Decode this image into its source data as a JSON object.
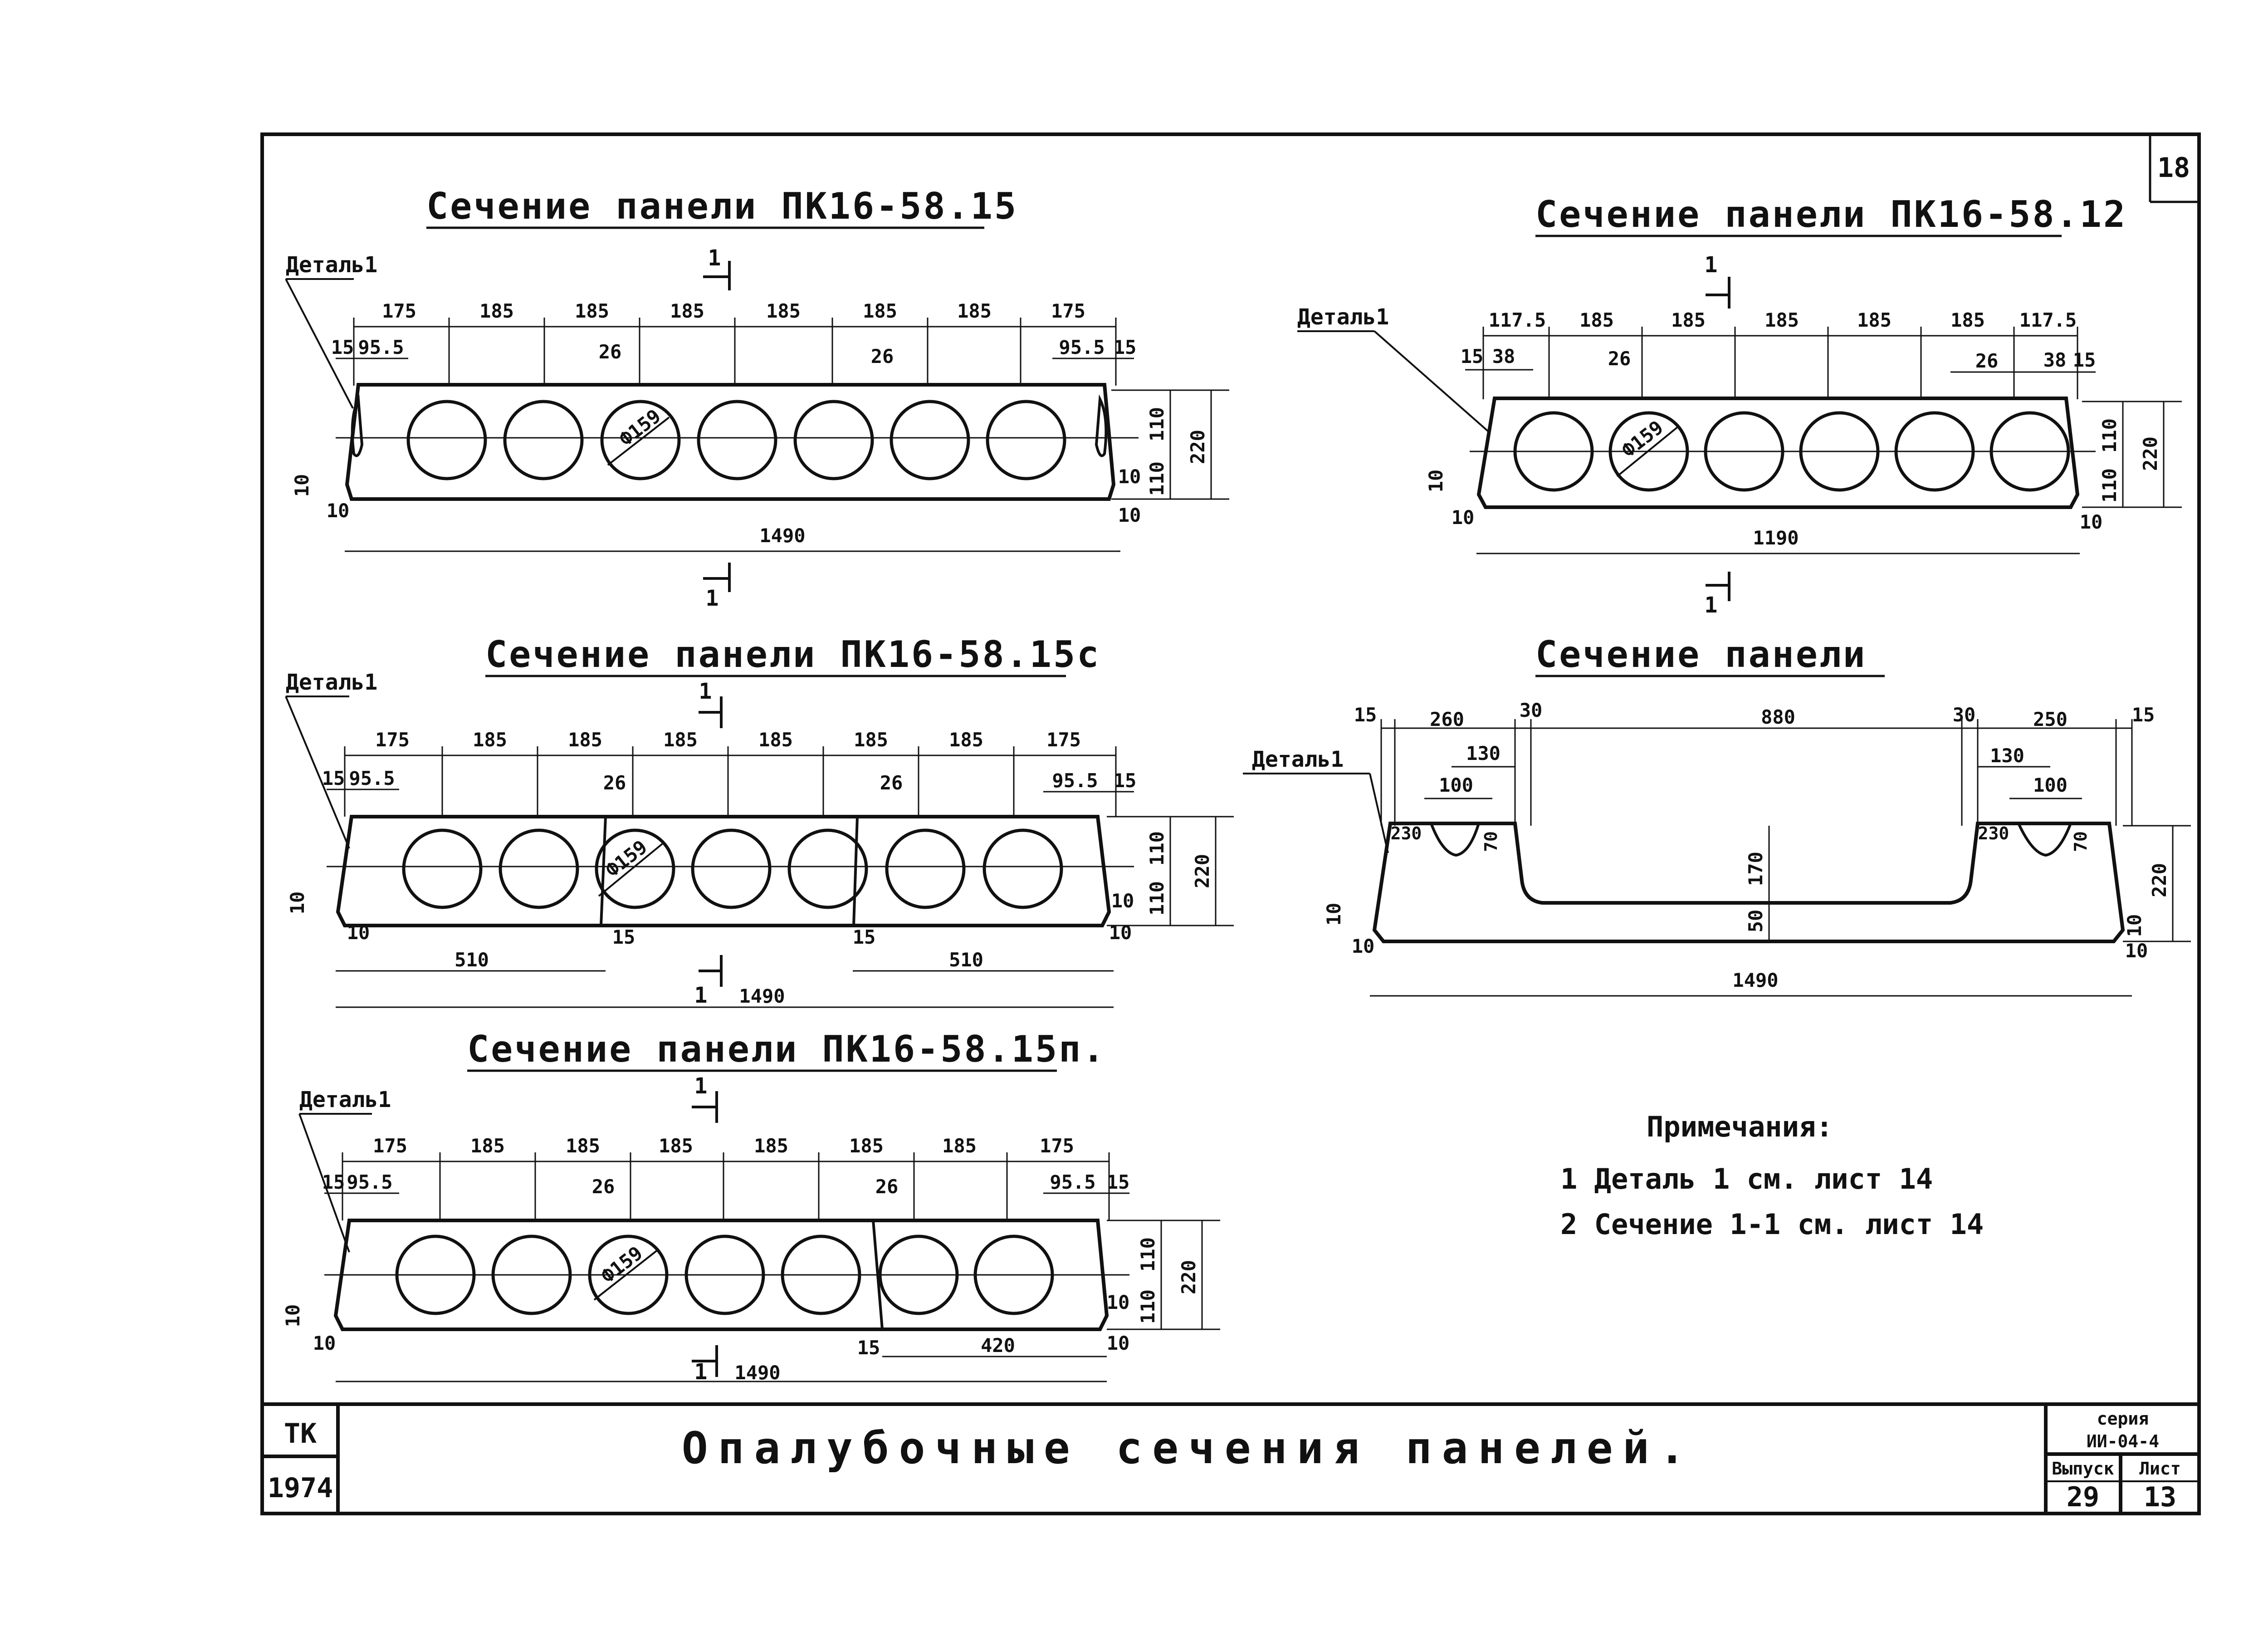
{
  "sheet": {
    "page_number": "18",
    "title": "Опалубочные сечения панелей.",
    "stamp_org": "ТК",
    "stamp_year": "1974",
    "series_label": "серия",
    "series_code": "ИИ-04-4",
    "issue_label": "Выпуск",
    "sheet_label": "Лист",
    "issue_value": "29",
    "sheet_value": "13"
  },
  "sections": {
    "s1": {
      "title": "Сечение панели ПК16-58.15",
      "detail": "Деталь1",
      "cut_top": "1",
      "cut_bottom": "1",
      "top_dims": [
        "175",
        "185",
        "185",
        "185",
        "185",
        "185",
        "185",
        "175"
      ],
      "d15l": "15",
      "d955l": "95.5",
      "d26a": "26",
      "d26b": "26",
      "d955r": "95.5",
      "d15r": "15",
      "hole_diam": "Ф159",
      "h110a": "110",
      "h110b": "110",
      "h220": "220",
      "d10l": "10",
      "d10lb": "10",
      "d10r": "10",
      "d10rb": "10",
      "total": "1490"
    },
    "s2": {
      "title": "Сечение панели ПК16-58.12",
      "detail": "Деталь1",
      "cut_top": "1",
      "cut_bottom": "1",
      "top_dims": [
        "117.5",
        "185",
        "185",
        "185",
        "185",
        "185",
        "117.5"
      ],
      "d15l": "15",
      "d38l": "38",
      "d26a": "26",
      "d26b": "26",
      "d38r": "38",
      "d15r": "15",
      "hole_diam": "Ф159",
      "h110a": "110",
      "h110b": "110",
      "h220": "220",
      "d10l": "10",
      "d10lb": "10",
      "d10rb": "10",
      "total": "1190"
    },
    "s3": {
      "title": "Сечение панели ПК16-58.15с",
      "detail": "Деталь1",
      "cut_top": "1",
      "cut_bottom": "1",
      "top_dims": [
        "175",
        "185",
        "185",
        "185",
        "185",
        "185",
        "185",
        "175"
      ],
      "d15l": "15",
      "d955l": "95.5",
      "d26a": "26",
      "d26b": "26",
      "d955r": "95.5",
      "d15r": "15",
      "hole_diam": "Ф159",
      "h110a": "110",
      "h110b": "110",
      "h220": "220",
      "d10l": "10",
      "d10lb": "10",
      "d10r": "10",
      "d10rb": "10",
      "seg_left": "510",
      "seg_right": "510",
      "d15c1": "15",
      "d15c2": "15",
      "total": "1490"
    },
    "s4": {
      "title": "Сечение панели",
      "detail": "Деталь1",
      "d15l": "15",
      "d260": "260",
      "d30l": "30",
      "d880": "880",
      "d30r": "30",
      "d250": "250",
      "d15r": "15",
      "d130l": "130",
      "d100l": "100",
      "d130r": "130",
      "d100r": "100",
      "d230l": "230",
      "d70l": "70",
      "d230r": "230",
      "d70r": "70",
      "d170": "170",
      "d50": "50",
      "h220": "220",
      "d10l": "10",
      "d10lb": "10",
      "d10r": "10",
      "d10rb": "10",
      "total": "1490"
    },
    "s5": {
      "title": "Сечение панели ПК16-58.15п.",
      "detail": "Деталь1",
      "cut_top": "1",
      "cut_bottom": "1",
      "top_dims": [
        "175",
        "185",
        "185",
        "185",
        "185",
        "185",
        "185",
        "175"
      ],
      "d15l": "15",
      "d955l": "95.5",
      "d26a": "26",
      "d26b": "26",
      "d955r": "95.5",
      "d15r": "15",
      "hole_diam": "Ф159",
      "h110a": "110",
      "h110b": "110",
      "h220": "220",
      "d10l": "10",
      "d10lb": "10",
      "d10r": "10",
      "d10rb": "10",
      "d15c": "15",
      "seg_right": "420",
      "total": "1490"
    }
  },
  "notes": {
    "heading": "Примечания:",
    "items": [
      "1 Деталь 1 см. лист 14",
      "2 Сечение 1-1 см. лист 14"
    ]
  }
}
